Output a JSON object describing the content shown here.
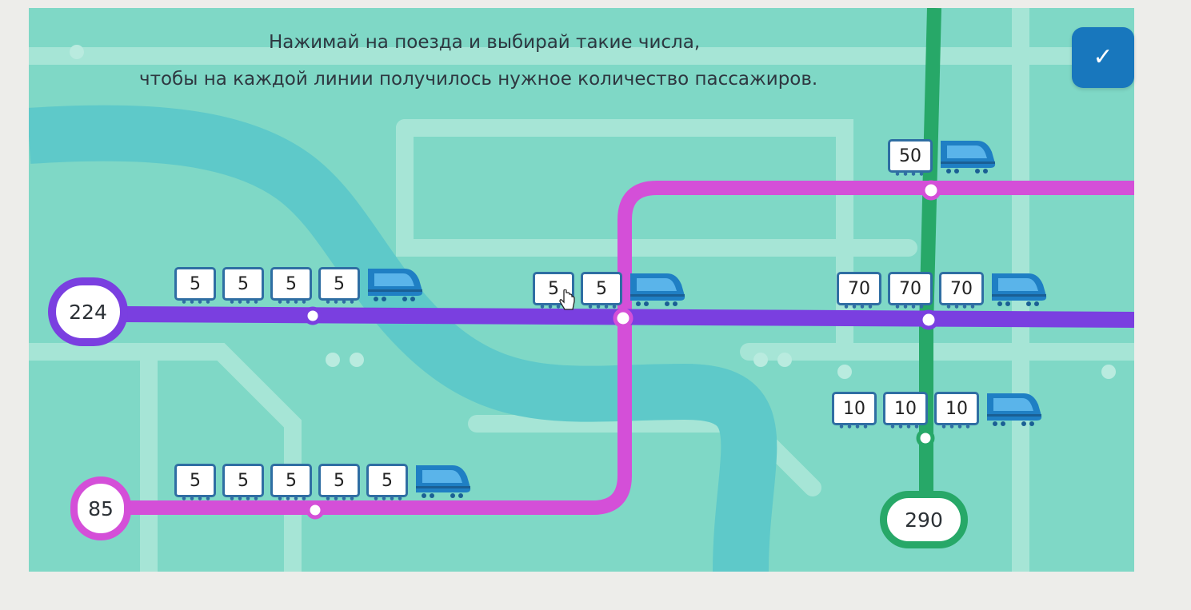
{
  "instructions": {
    "line1": "Нажимай на поезда и выбирай такие числа,",
    "line2": "чтобы на каждой линии получилось нужное количество пассажиров."
  },
  "check_button": {
    "icon": "check-icon",
    "glyph": "✓"
  },
  "colors": {
    "map_background": "#7fd8c6",
    "purple_line": "#7a3fe0",
    "pink_line": "#d44fd8",
    "green_line": "#27a868",
    "river": "#5ec9c9",
    "train": "#1f7fc4",
    "check_button": "#1877bd"
  },
  "terminals": {
    "purple": "224",
    "pink": "85",
    "green": "290"
  },
  "trains": {
    "purple_1": [
      "5",
      "5",
      "5",
      "5"
    ],
    "purple_2": [
      "5",
      "5"
    ],
    "purple_3": [
      "70",
      "70",
      "70"
    ],
    "pink_1": [
      "5",
      "5",
      "5",
      "5",
      "5"
    ],
    "green_1": [
      "50"
    ],
    "green_2": [
      "10",
      "10",
      "10"
    ]
  }
}
